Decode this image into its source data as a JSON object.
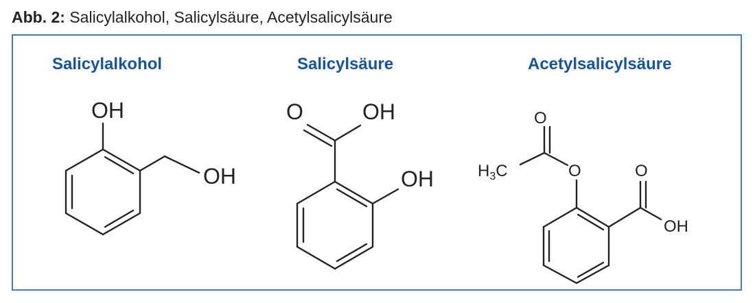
{
  "caption": {
    "prefix": "Abb. 2:",
    "text": " Salicylalkohol, Salicylsäure, Acetylsalicylsäure"
  },
  "molecules": [
    {
      "name": "Salicylalkohol",
      "groups": [
        "OH",
        "OH"
      ]
    },
    {
      "name": "Salicylsäure",
      "groups": [
        "O",
        "OH",
        "OH"
      ]
    },
    {
      "name": "Acetylsalicylsäure",
      "groups": [
        "O",
        "O",
        "O",
        "OH"
      ],
      "methyl": {
        "h": "H",
        "sub": "3",
        "c": "C"
      }
    }
  ],
  "colors": {
    "frame": "#3f7cc4",
    "label": "#1553a5"
  }
}
